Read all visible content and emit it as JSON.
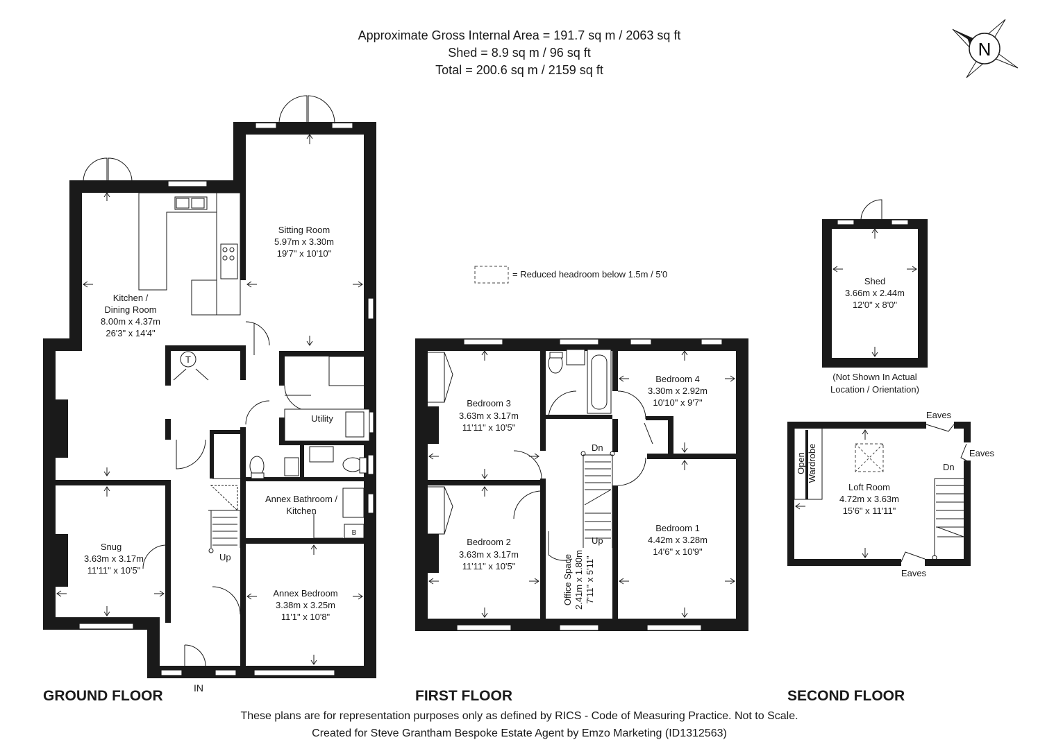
{
  "header": {
    "area_line": "Approximate Gross Internal Area = 191.7 sq m / 2063 sq ft",
    "shed_line": "Shed = 8.9 sq m / 96 sq ft",
    "total_line": "Total = 200.6 sq m / 2159 sq ft"
  },
  "compass": {
    "letter": "N"
  },
  "legend": {
    "text": "= Reduced headroom below 1.5m / 5'0"
  },
  "floors": {
    "ground": "GROUND FLOOR",
    "first": "FIRST FLOOR",
    "second": "SECOND FLOOR"
  },
  "ground": {
    "kitchen": {
      "name1": "Kitchen /",
      "name2": "Dining Room",
      "metric": "8.00m x 4.37m",
      "imperial": "26'3\" x 14'4\""
    },
    "sitting": {
      "name": "Sitting Room",
      "metric": "5.97m x 3.30m",
      "imperial": "19'7\" x 10'10\""
    },
    "utility": {
      "name": "Utility"
    },
    "annex_bath": {
      "name1": "Annex Bathroom /",
      "name2": "Kitchen"
    },
    "snug": {
      "name": "Snug",
      "metric": "3.63m x 3.17m",
      "imperial": "11'11\" x 10'5\""
    },
    "annex_bed": {
      "name": "Annex Bedroom",
      "metric": "3.38m x 3.25m",
      "imperial": "11'1\" x 10'8\""
    },
    "tank_symbol": "T",
    "boiler_symbol": "B",
    "stairs_up": "Up",
    "entrance": "IN"
  },
  "first": {
    "bed3": {
      "name": "Bedroom 3",
      "metric": "3.63m x 3.17m",
      "imperial": "11'11\" x 10'5\""
    },
    "bed4": {
      "name": "Bedroom 4",
      "metric": "3.30m x 2.92m",
      "imperial": "10'10\" x 9'7\""
    },
    "bed2": {
      "name": "Bedroom 2",
      "metric": "3.63m x 3.17m",
      "imperial": "11'11\" x 10'5\""
    },
    "bed1": {
      "name": "Bedroom 1",
      "metric": "4.42m x 3.28m",
      "imperial": "14'6\" x 10'9\""
    },
    "office": {
      "name": "Office Space",
      "metric": "2.41m x 1.80m",
      "imperial": "7'11\" x 5'11\""
    },
    "stairs_down": "Dn",
    "stairs_up": "Up"
  },
  "shed": {
    "name": "Shed",
    "metric": "3.66m x 2.44m",
    "imperial": "12'0\" x 8'0\"",
    "note1": "(Not Shown In Actual",
    "note2": "Location / Orientation)"
  },
  "second": {
    "loft": {
      "name": "Loft Room",
      "metric": "4.72m x 3.63m",
      "imperial": "15'6\" x 11'11\""
    },
    "wardrobe1": "Open",
    "wardrobe2": "Wardrobe",
    "eaves_top": "Eaves",
    "eaves_right": "Eaves",
    "eaves_bottom": "Eaves",
    "stairs_down": "Dn"
  },
  "footer": {
    "line1": "These plans are for representation purposes only as defined by RICS - Code of Measuring Practice. Not to Scale.",
    "line2": "Created for Steve Grantham Bespoke Estate Agent by Emzo Marketing (ID1312563)"
  }
}
